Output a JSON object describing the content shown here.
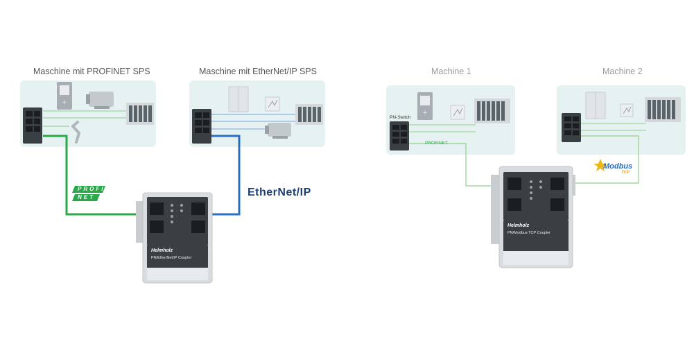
{
  "left": {
    "title_profinet_machine": "Maschine mit PROFINET SPS",
    "title_ethernetip_machine": "Maschine mit EtherNet/IP SPS",
    "profinet_logo_top": "PROFI",
    "profinet_logo_bottom": "NET",
    "ethernetip_logo": "EtherNet/IP",
    "coupler_brand": "Helmholz",
    "coupler_name": "PN/EtherNet/IP Coupler"
  },
  "right": {
    "title_machine1": "Machine 1",
    "title_machine2": "Machine 2",
    "switch_label": "PN-Switch",
    "profinet_label": "PROFINET",
    "modbus_logo": "Modbus",
    "modbus_logo_sub": "TCP",
    "coupler_brand": "Helmholz",
    "coupler_name": "PN/Modbus TCP Coupler"
  },
  "colors": {
    "panel": "#e6f1f1",
    "profinet_green": "#2aa84a",
    "ethernetip_blue": "#2a6fc4",
    "thin_line_green": "#8fd08a",
    "thin_line_blue": "#7aa7d6",
    "device_dark": "#3a3f44",
    "device_light": "#d9dde0"
  }
}
